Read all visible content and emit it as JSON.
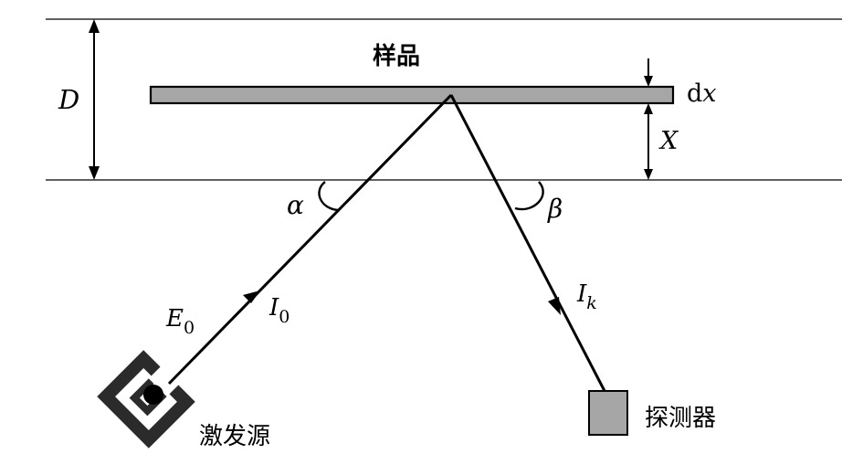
{
  "labels": {
    "sample": "样品",
    "source": "激发源",
    "detector": "探测器",
    "D": "D",
    "dx_d": "d",
    "dx_x": "x",
    "X": "X",
    "alpha": "α",
    "beta": "β",
    "E0_main": "E",
    "E0_sub": "0",
    "I0_main": "I",
    "I0_sub": "0",
    "Ik_main": "I",
    "Ik_sub": "k"
  },
  "colors": {
    "line": "#000000",
    "sample_fill": "#a6a6a6",
    "detector_fill": "#a6a6a6",
    "source_fill": "#2b2b2b"
  }
}
